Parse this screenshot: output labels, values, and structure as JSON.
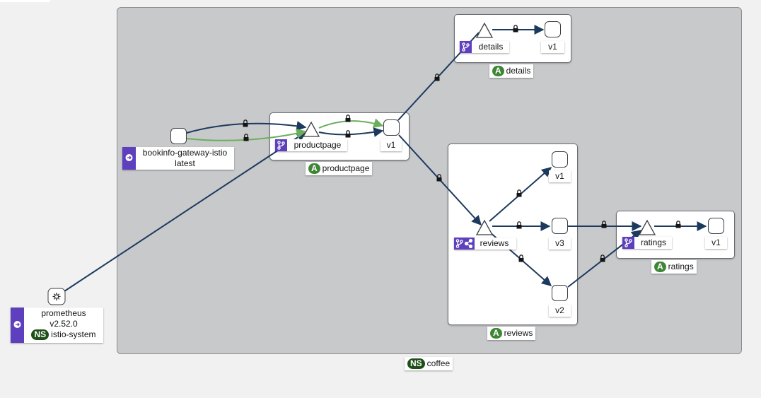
{
  "namespace": {
    "badge": "NS",
    "name": "coffee"
  },
  "gateway": {
    "name": "bookinfo-gateway-istio",
    "version": "latest"
  },
  "prometheus": {
    "name": "prometheus",
    "version": "v2.52.0",
    "ns_badge": "NS",
    "namespace": "istio-system"
  },
  "apps": {
    "details": {
      "badge": "A",
      "name": "details",
      "service": "details",
      "workloads": [
        "v1"
      ]
    },
    "productpage": {
      "badge": "A",
      "name": "productpage",
      "service": "productpage",
      "workloads": [
        "v1"
      ]
    },
    "reviews": {
      "badge": "A",
      "name": "reviews",
      "service": "reviews",
      "workloads": [
        "v1",
        "v3",
        "v2"
      ]
    },
    "ratings": {
      "badge": "A",
      "name": "ratings",
      "service": "ratings",
      "workloads": [
        "v1"
      ]
    }
  },
  "icons": {
    "service": "code-branch-icon",
    "virtual_service": "share-nodes-icon",
    "gateway": "arrow-circle-right-icon",
    "prometheus": "cog-icon",
    "mtls": "lock-icon"
  },
  "colors": {
    "edge_default": "#1c3a5e",
    "edge_green": "#6aaf5e",
    "service_badge": "#5e40be",
    "app_badge": "#3e8635",
    "ns_badge": "#1e4f18",
    "namespace_bg": "#c8c9cb"
  }
}
